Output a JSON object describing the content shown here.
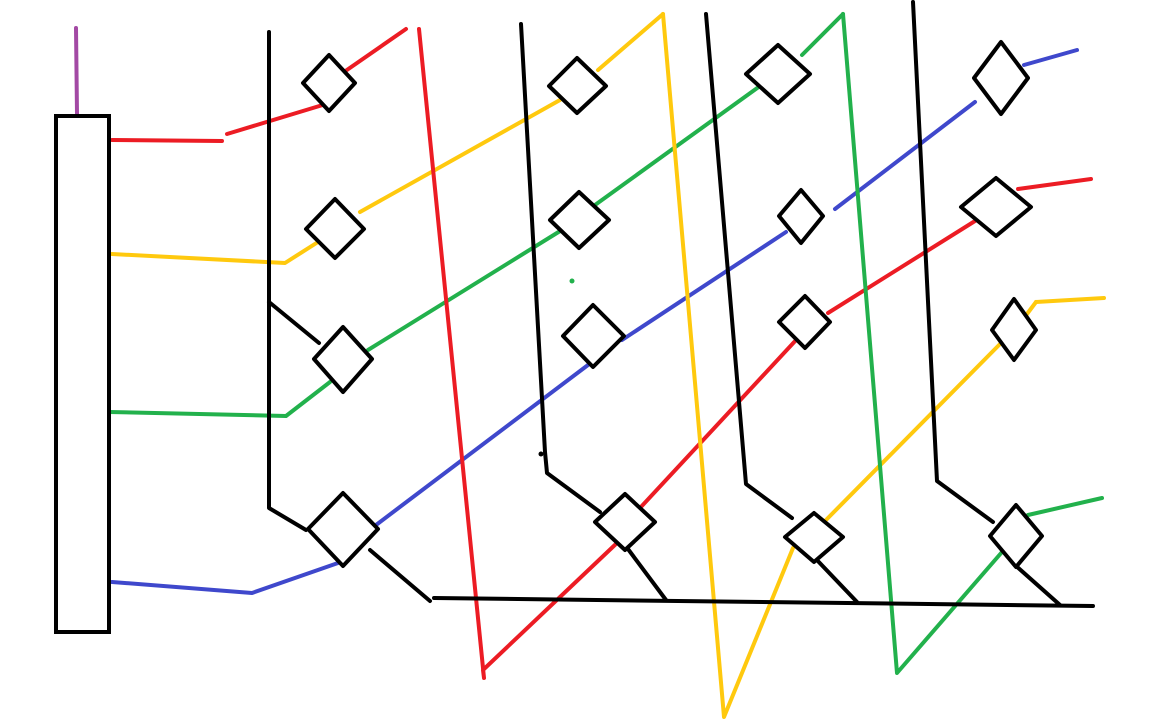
{
  "colors": {
    "red": "#ec1c24",
    "yellow": "#ffc90e",
    "green": "#22b14c",
    "blue": "#3f48cc",
    "purple": "#a349a4",
    "black": "#000000"
  },
  "wires": [
    {
      "id": "input-red",
      "color": "red"
    },
    {
      "id": "input-yellow",
      "color": "yellow"
    },
    {
      "id": "input-green",
      "color": "green"
    },
    {
      "id": "input-blue",
      "color": "blue"
    },
    {
      "id": "power-purple",
      "color": "purple"
    },
    {
      "id": "cross-red-1",
      "color": "red"
    },
    {
      "id": "cross-yellow-1",
      "color": "yellow"
    },
    {
      "id": "cross-green-1",
      "color": "green"
    },
    {
      "id": "cross-blue-1",
      "color": "blue"
    },
    {
      "id": "zigzag-red",
      "color": "red"
    },
    {
      "id": "zigzag-yellow",
      "color": "yellow"
    },
    {
      "id": "zigzag-green",
      "color": "green"
    },
    {
      "id": "output-blue",
      "color": "blue"
    },
    {
      "id": "output-red",
      "color": "red"
    },
    {
      "id": "output-yellow",
      "color": "yellow"
    },
    {
      "id": "output-green",
      "color": "green"
    }
  ]
}
